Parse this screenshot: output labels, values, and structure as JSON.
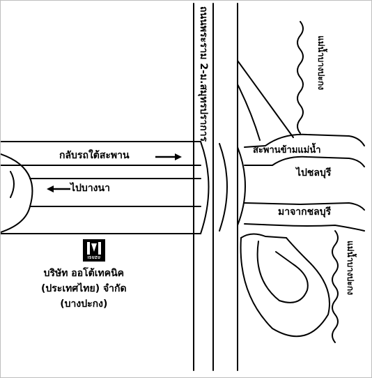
{
  "roads": {
    "vertical_road": "ถนนพระราม 2-ม.สมุทรปราการ",
    "to_under_bridge": "กลับรถใต้สะพาน",
    "to_bang_na": "ไปบางนา",
    "bridge": "สะพานข้ามแม่น้ำ",
    "to_chonburi": "ไปชลบุรี",
    "from_chonburi": "มาจากชลบุรี"
  },
  "rivers": {
    "river_upper": "แม่น้ำบางปะกง",
    "river_lower": "แม่น้ำบางปะกง"
  },
  "company": {
    "logo_text": "ISUZU",
    "line1": "บริษัท ออโต้เทคนิค",
    "line2": "(ประเทศไทย) จำกัด",
    "line3": "(บางปะกง)"
  },
  "colors": {
    "ink": "#000000",
    "paper": "#ffffff"
  }
}
